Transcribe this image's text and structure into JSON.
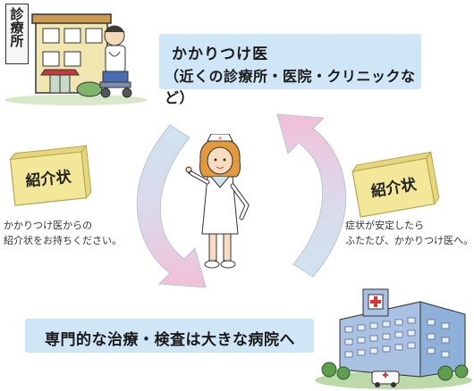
{
  "top_banner": {
    "title": "かかりつけ医",
    "subtitle": "（近くの診療所・医院・クリニックなど）"
  },
  "clinic_sign": "診療所",
  "letters": {
    "left": "紹介状",
    "right": "紹介状"
  },
  "notes": {
    "left": [
      "かかりつけ医からの",
      "紹介状をお持ちください。"
    ],
    "right": [
      "症状が安定したら",
      "ふたたび、かかりつけ医へ。"
    ]
  },
  "bottom_banner": {
    "text": "専門的な治療・検査は大きな病院へ"
  },
  "colors": {
    "banner": "#cfe6f6",
    "arrow_blue": "#cfe3ee",
    "arrow_pink": "#f2c0d8",
    "letter_paper": "#f3e79a"
  }
}
